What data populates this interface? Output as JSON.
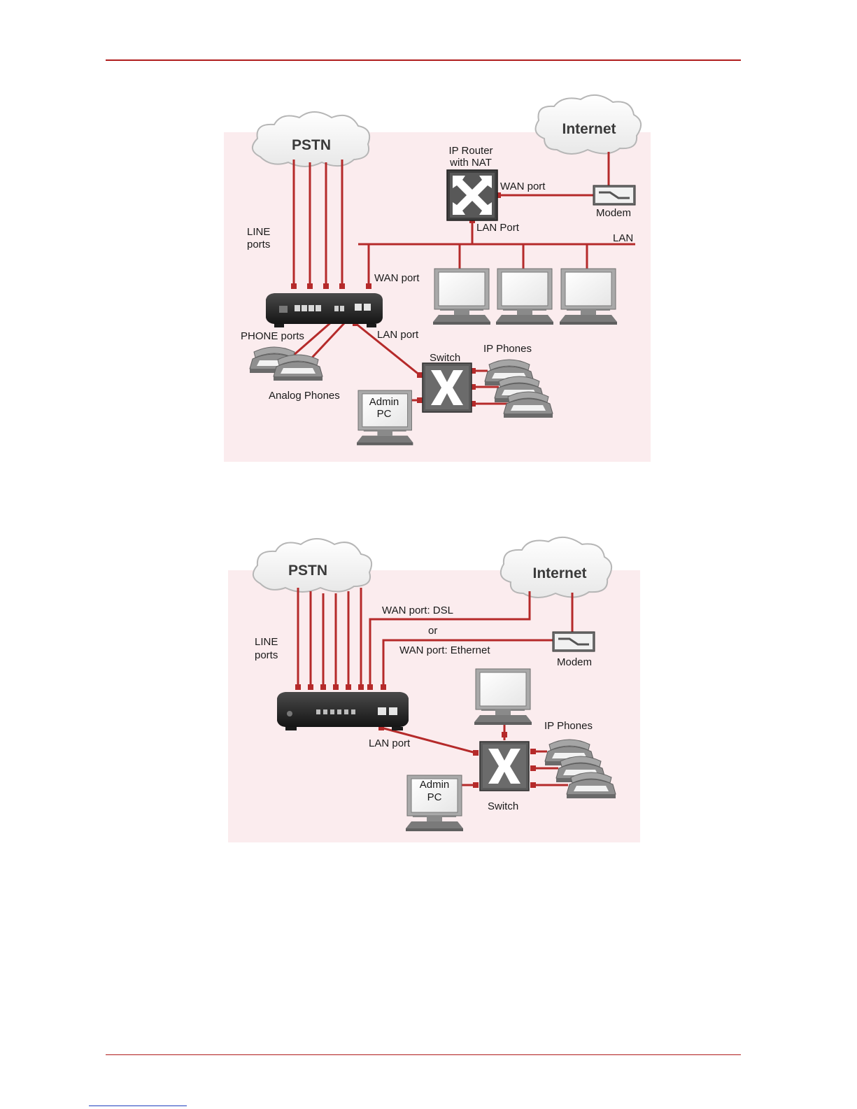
{
  "diagram1": {
    "clouds": {
      "pstn": "PSTN",
      "internet": "Internet"
    },
    "labels": {
      "ip_router_line1": "IP Router",
      "ip_router_line2": "with NAT",
      "wan_port_router": "WAN port",
      "modem": "Modem",
      "lan_port_router": "LAN Port",
      "lan": "LAN",
      "line_ports_1": "LINE",
      "line_ports_2": "ports",
      "wan_port_device": "WAN port",
      "phone_ports": "PHONE ports",
      "lan_port_device": "LAN port",
      "ip_phones": "IP Phones",
      "switch": "Switch",
      "analog_phones": "Analog Phones",
      "admin_pc_1": "Admin",
      "admin_pc_2": "PC"
    }
  },
  "diagram2": {
    "clouds": {
      "pstn": "PSTN",
      "internet": "Internet"
    },
    "labels": {
      "wan_dsl": "WAN port: DSL",
      "or": "or",
      "wan_ethernet": "WAN port: Ethernet",
      "modem": "Modem",
      "line_ports_1": "LINE",
      "line_ports_2": "ports",
      "lan_port": "LAN port",
      "ip_phones": "IP Phones",
      "switch": "Switch",
      "admin_pc_1": "Admin",
      "admin_pc_2": "PC"
    }
  },
  "colors": {
    "rule": "#b01c1c",
    "link": "#b52a2a",
    "panel": "#fbecee"
  }
}
